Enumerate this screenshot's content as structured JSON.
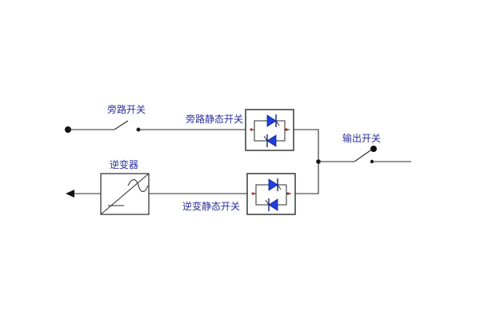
{
  "labels": {
    "bypass_switch": "旁路开关",
    "bypass_static_switch": "旁路静态开关",
    "output_switch": "输出开关",
    "inverter": "逆变器",
    "inverter_static_switch": "逆变静态开关"
  },
  "colors": {
    "label_text": "#2a2f9c",
    "diode_fill": "#1f3fe0",
    "wire": "#2b2b2b",
    "pin": "#c23a3a"
  },
  "icons": {
    "inverter": "inverter-icon",
    "static_switch": "thyristor-pair-icon",
    "output_arrow": "arrow-left-icon"
  }
}
